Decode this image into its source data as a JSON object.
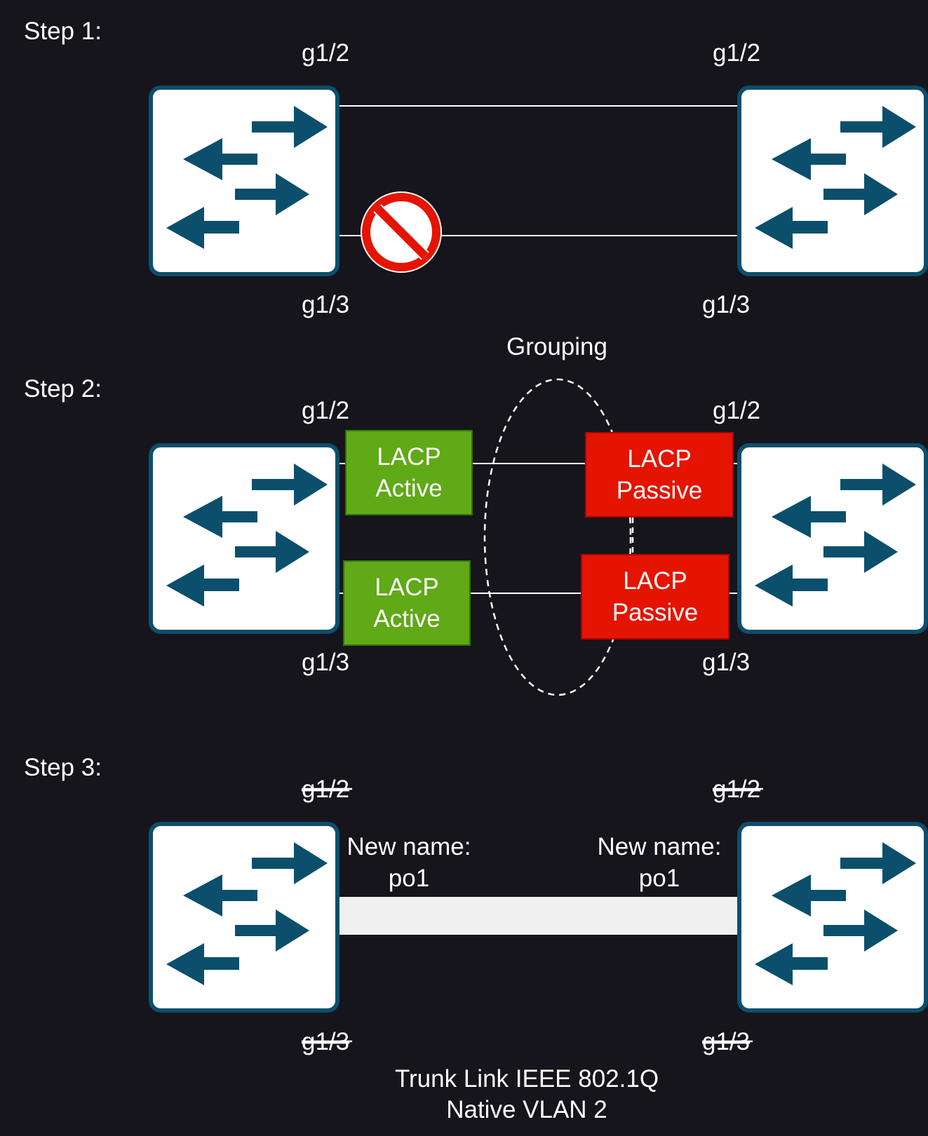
{
  "steps": [
    {
      "label": "Step 1:",
      "left_top_port": "g1/2",
      "right_top_port": "g1/2",
      "left_bottom_port": "g1/3",
      "right_bottom_port": "g1/3",
      "blocked_icon": "prohibited-icon"
    },
    {
      "label": "Step 2:",
      "grouping_label": "Grouping",
      "left_top_port": "g1/2",
      "right_top_port": "g1/2",
      "left_bottom_port": "g1/3",
      "right_bottom_port": "g1/3",
      "left_boxes": [
        {
          "line1": "LACP",
          "line2": "Active"
        },
        {
          "line1": "LACP",
          "line2": "Active"
        }
      ],
      "right_boxes": [
        {
          "line1": "LACP",
          "line2": "Passive"
        },
        {
          "line1": "LACP",
          "line2": "Passive"
        }
      ]
    },
    {
      "label": "Step 3:",
      "left_top_port": "g1/2",
      "right_top_port": "g1/2",
      "left_bottom_port": "g1/3",
      "right_bottom_port": "g1/3",
      "left_new_name_line1": "New name:",
      "left_new_name_line2": "po1",
      "right_new_name_line1": "New name:",
      "right_new_name_line2": "po1",
      "trunk_line1": "Trunk Link IEEE 802.1Q",
      "trunk_line2": "Native VLAN 2"
    }
  ],
  "colors": {
    "background": "#16151c",
    "switch_border": "#0b4f6c",
    "switch_fill": "#ffffff",
    "arrow": "#0b4f6c",
    "lacp_active": "#60a917",
    "lacp_passive": "#e51400",
    "link": "#ffffff",
    "trunk_bar": "#f0f0f0"
  }
}
